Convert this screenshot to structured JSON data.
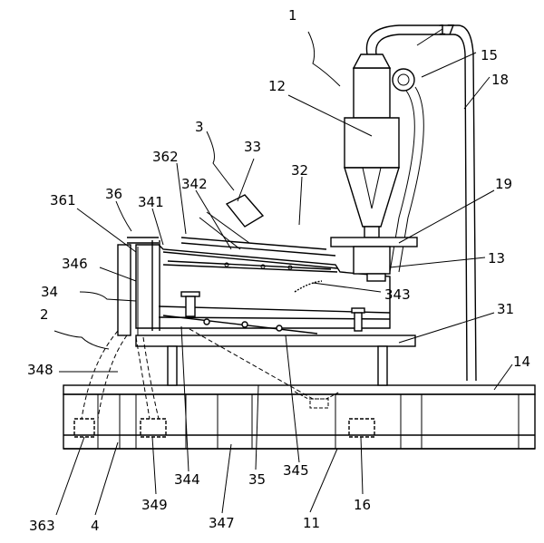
{
  "labels": [
    {
      "id": "1",
      "text": "1"
    },
    {
      "id": "17",
      "text": "17"
    },
    {
      "id": "15",
      "text": "15"
    },
    {
      "id": "18",
      "text": "18"
    },
    {
      "id": "12",
      "text": "12"
    },
    {
      "id": "3",
      "text": "3"
    },
    {
      "id": "33",
      "text": "33"
    },
    {
      "id": "32",
      "text": "32"
    },
    {
      "id": "362",
      "text": "362"
    },
    {
      "id": "342",
      "text": "342"
    },
    {
      "id": "361",
      "text": "361"
    },
    {
      "id": "36",
      "text": "36"
    },
    {
      "id": "341",
      "text": "341"
    },
    {
      "id": "19",
      "text": "19"
    },
    {
      "id": "346",
      "text": "346"
    },
    {
      "id": "13",
      "text": "13"
    },
    {
      "id": "34",
      "text": "34"
    },
    {
      "id": "343",
      "text": "343"
    },
    {
      "id": "2",
      "text": "2"
    },
    {
      "id": "31",
      "text": "31"
    },
    {
      "id": "348",
      "text": "348"
    },
    {
      "id": "14",
      "text": "14"
    },
    {
      "id": "344",
      "text": "344"
    },
    {
      "id": "35",
      "text": "35"
    },
    {
      "id": "345",
      "text": "345"
    },
    {
      "id": "349",
      "text": "349"
    },
    {
      "id": "16",
      "text": "16"
    },
    {
      "id": "363",
      "text": "363"
    },
    {
      "id": "4",
      "text": "4"
    },
    {
      "id": "347",
      "text": "347"
    },
    {
      "id": "11",
      "text": "11"
    }
  ]
}
